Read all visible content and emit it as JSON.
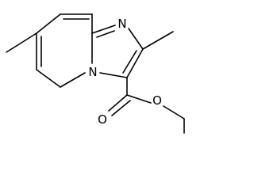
{
  "structure": {
    "atom_labels": {
      "n_imidazole": "N",
      "n_bridgehead": "N",
      "o_carbonyl": "O",
      "o_ester": "O"
    }
  }
}
